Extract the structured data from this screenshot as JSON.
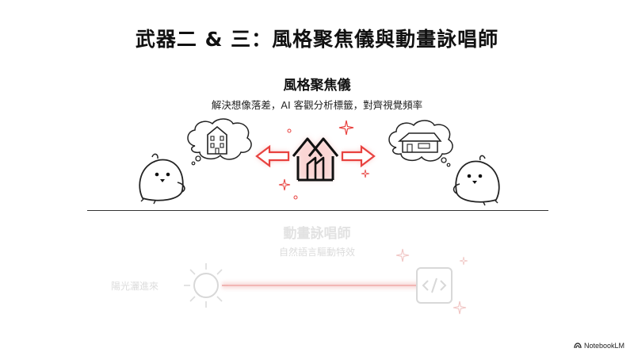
{
  "slide": {
    "title": "武器二 & 三：風格聚焦儀與動畫詠唱師"
  },
  "section_focus": {
    "heading": "風格聚焦儀",
    "subtitle": "解決想像落差，AI 客觀分析標籤，對齊視覺頻率"
  },
  "section_animation": {
    "heading": "動畫詠唱師",
    "subtitle": "自然語言驅動特效",
    "light_label": "陽光灑進來"
  },
  "branding": {
    "name": "NotebookLM"
  },
  "colors": {
    "accent_red": "#e8423f",
    "ink": "#1a1a1a",
    "faded": "#dddddd"
  }
}
